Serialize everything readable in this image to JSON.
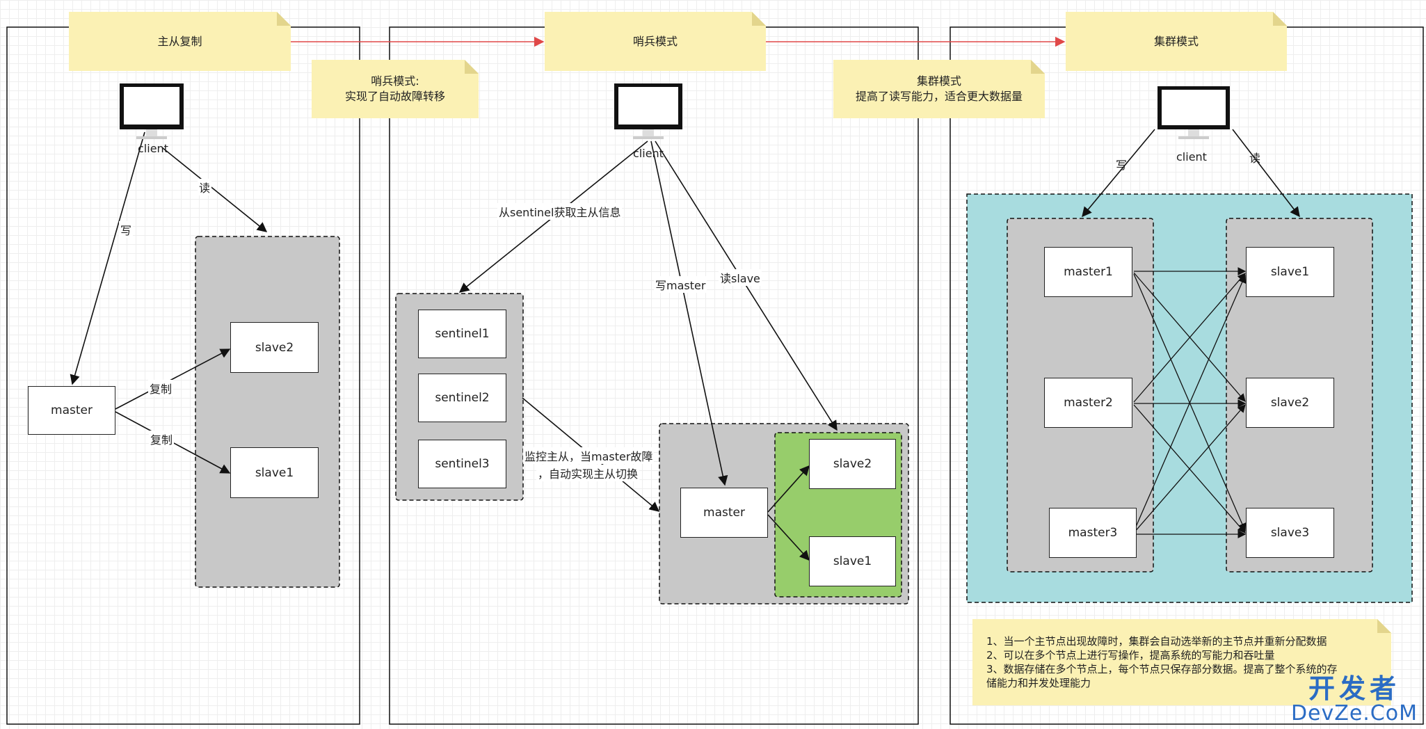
{
  "modes": {
    "replication": {
      "title": "主从复制",
      "client_label": "client",
      "write_label": "写",
      "read_label": "读",
      "master_label": "master",
      "slaves": [
        "slave2",
        "slave1"
      ],
      "copy_labels": [
        "复制",
        "复制"
      ]
    },
    "sentinel": {
      "title": "哨兵模式",
      "client_label": "client",
      "sentinel_info_label": "从sentinel获取主从信息",
      "write_label": "写master",
      "read_label": "读slave",
      "sentinels": [
        "sentinel1",
        "sentinel2",
        "sentinel3"
      ],
      "monitor_label_line1": "监控主从，当master故障",
      "monitor_label_line2": "，自动实现主从切换",
      "master_label": "master",
      "slaves": [
        "slave2",
        "slave1"
      ]
    },
    "cluster": {
      "title": "集群模式",
      "client_label": "client",
      "write_label": "写",
      "read_label": "读",
      "masters": [
        "master1",
        "master2",
        "master3"
      ],
      "slaves": [
        "slave1",
        "slave2",
        "slave3"
      ]
    }
  },
  "notes": {
    "sentinel_note": {
      "line1": "哨兵模式:",
      "line2": "实现了自动故障转移"
    },
    "cluster_note": {
      "line1": "集群模式",
      "line2": "提高了读写能力，适合更大数据量"
    },
    "cluster_features": [
      "1、当一个主节点出现故障时，集群会自动选举新的主节点并重新分配数据",
      "2、可以在多个节点上进行写操作，提高系统的写能力和吞吐量",
      "3、数据存储在多个节点上，每个节点只保存部分数据。提高了整个系统的存",
      "储能力和并发处理能力"
    ]
  },
  "watermark": {
    "cn": "开发者",
    "en": "DevZe.CoM"
  },
  "colors": {
    "note": "#fbf1b4",
    "group_gray": "#c8c8c8",
    "cluster_bg": "#a8dcdf",
    "slave_group_green": "#97cd6b",
    "transition_arrow": "#e04848",
    "watermark": "#2b6cc4"
  },
  "icons": {
    "client": "monitor-icon"
  }
}
